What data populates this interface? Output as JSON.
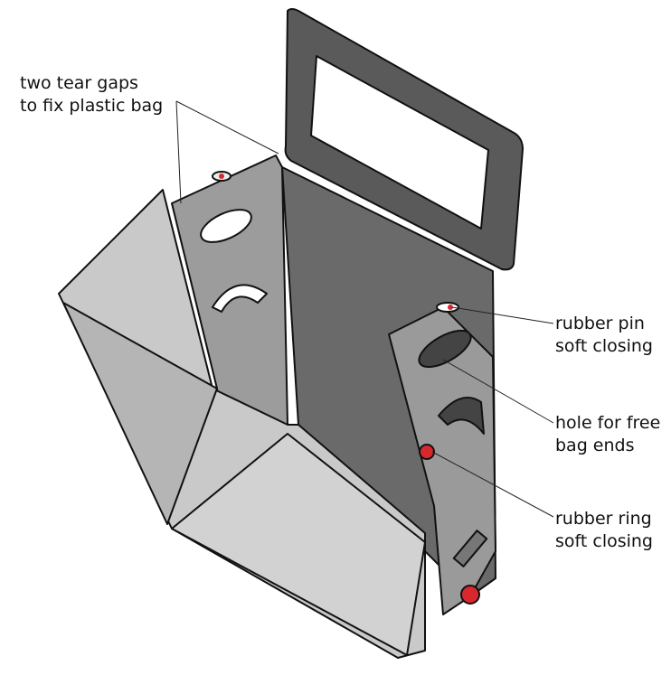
{
  "annotations": {
    "tear_gaps": {
      "line1": "two tear gaps",
      "line2": "to fix plastic bag"
    },
    "rubber_pin": {
      "line1": "rubber pin",
      "line2": "soft closing"
    },
    "hole": {
      "line1": "hole for free",
      "line2": "bag ends"
    },
    "rubber_ring": {
      "line1": "rubber ring",
      "line2": "soft closing"
    }
  },
  "colors": {
    "lid": "#5a5a5a",
    "back_panel": "#6e6e6e",
    "body": "#c8c8c8",
    "side_panel": "#9a9a9a",
    "rubber": "#d8282e"
  }
}
